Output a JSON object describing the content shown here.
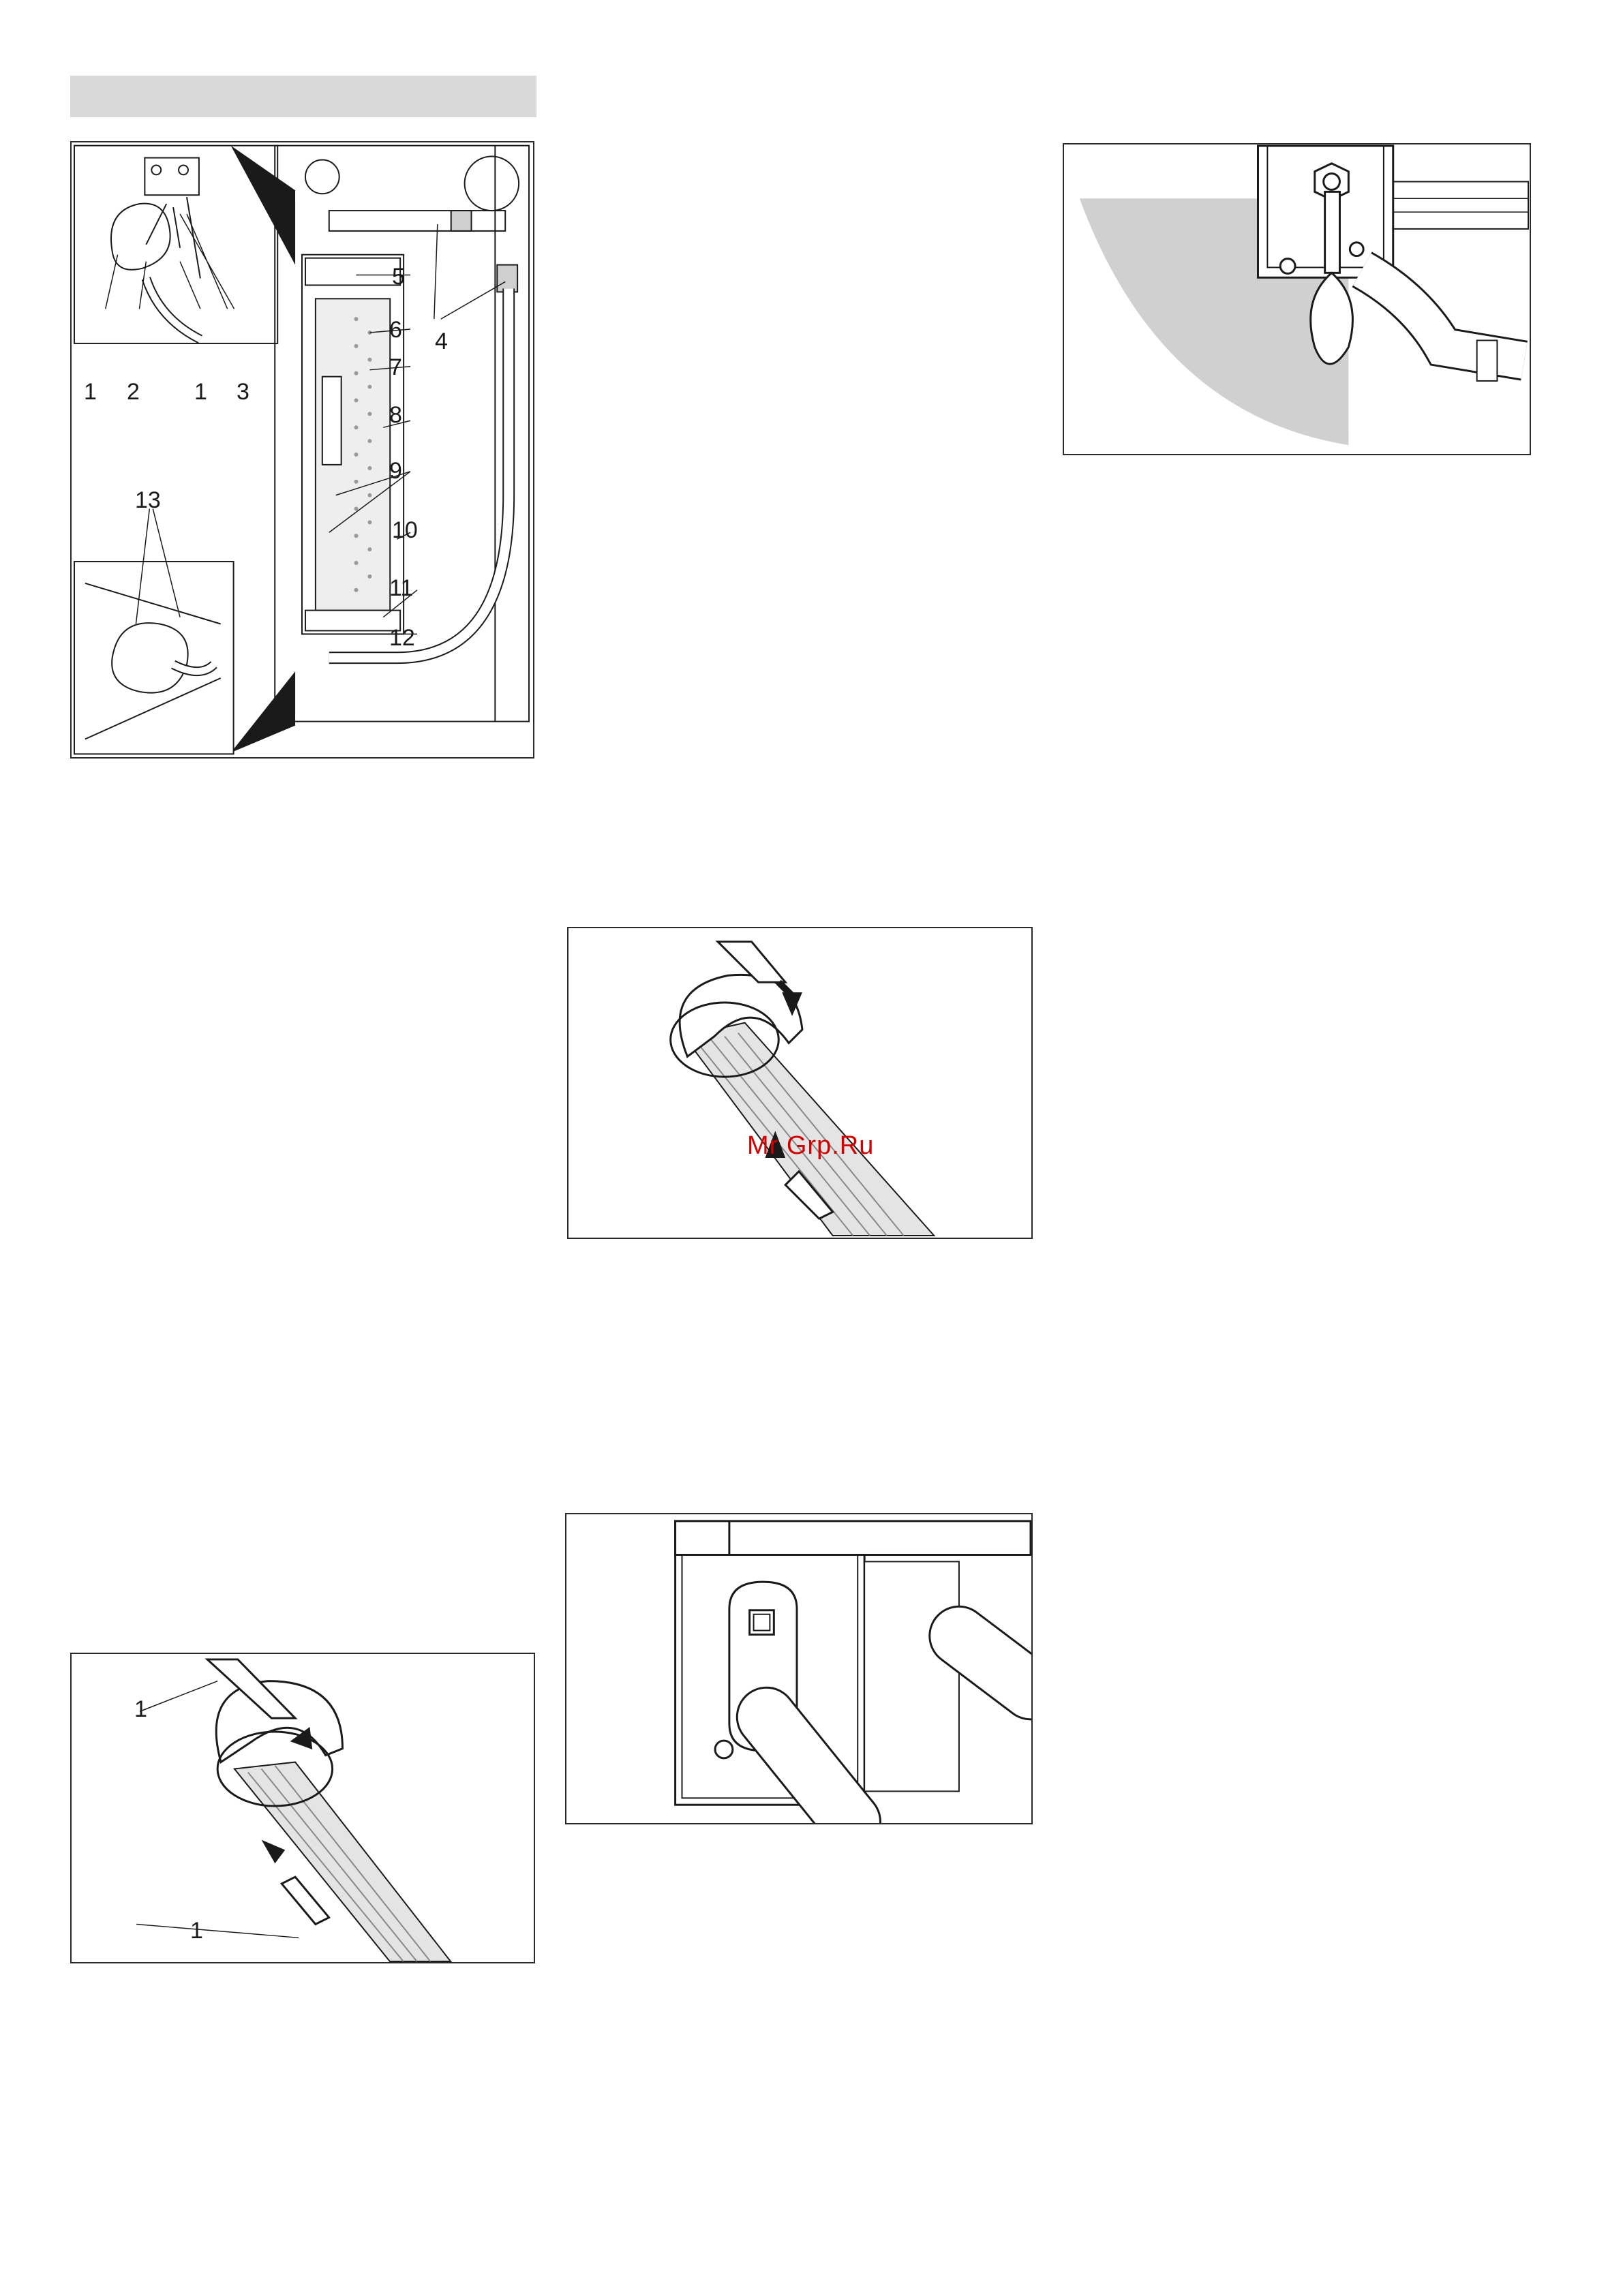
{
  "header": {
    "section_title": ""
  },
  "figure1": {
    "callouts": [
      "1",
      "2",
      "1",
      "3",
      "4",
      "5",
      "6",
      "7",
      "8",
      "9",
      "10",
      "11",
      "12",
      "13"
    ]
  },
  "figure_clip_top": {
    "callouts": [
      "1",
      "1"
    ]
  },
  "figure_clip_mid": {
    "watermark": "Mr Grp.Ru"
  },
  "colors": {
    "line": "#1a1a1a",
    "shade": "#d0d0d0",
    "header_bar": "#d9d9d9",
    "watermark": "#d40000"
  }
}
